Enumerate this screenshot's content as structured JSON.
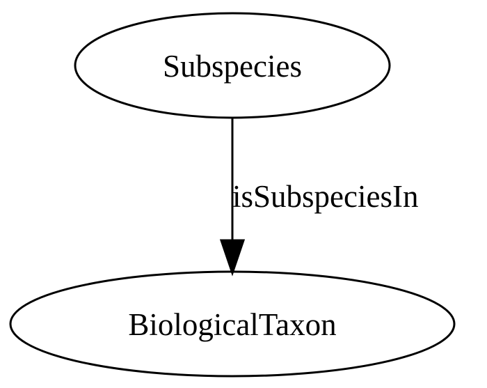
{
  "nodes": {
    "top": {
      "label": "Subspecies"
    },
    "bottom": {
      "label": "BiologicalTaxon"
    }
  },
  "edge": {
    "label": "isSubspeciesIn"
  }
}
